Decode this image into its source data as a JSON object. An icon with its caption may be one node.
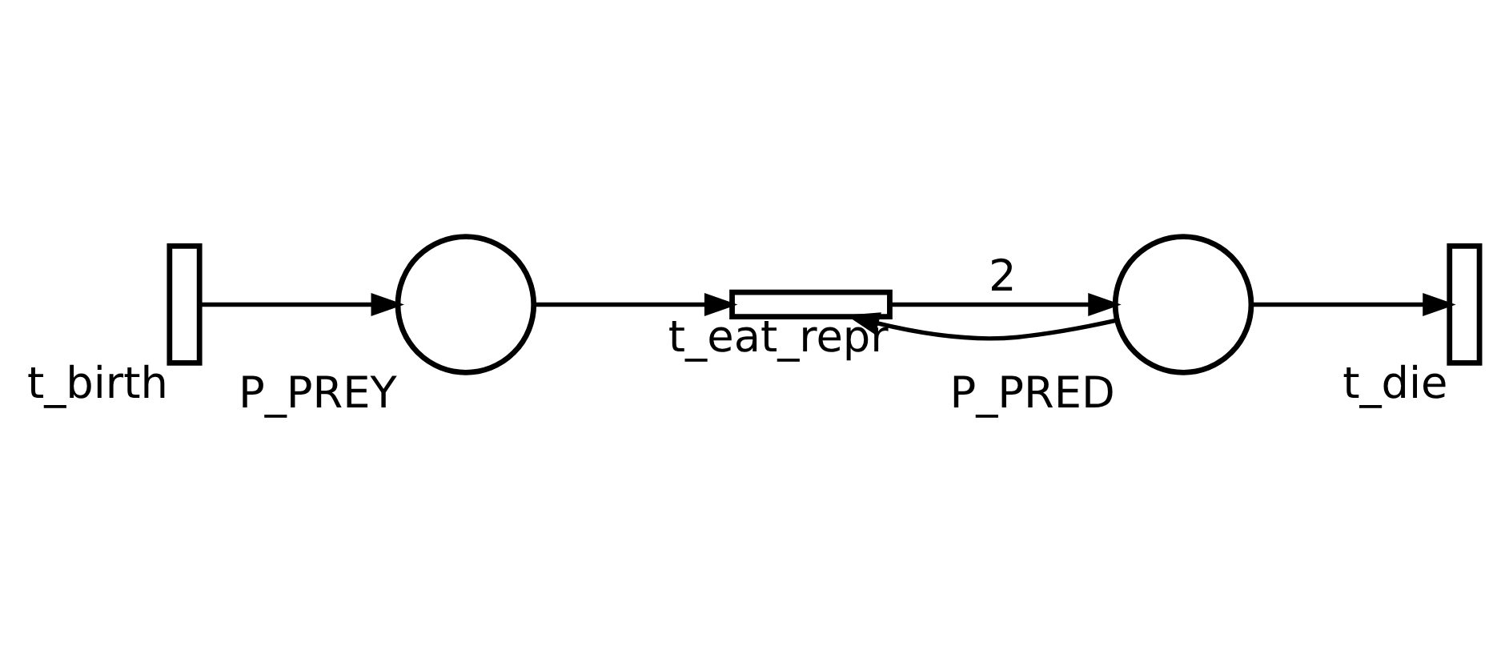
{
  "diagram": {
    "nodes": [
      {
        "text": [
          "t_birth"
        ]
      },
      {
        "text": [
          "P_PREY"
        ]
      },
      {
        "text": [
          "P_PRED"
        ]
      },
      {
        "text": [
          "t_die"
        ]
      },
      {
        "text": [
          "t_eat_repr"
        ]
      }
    ],
    "edges": [
      {
        "from": 0,
        "to": 1,
        "arrow": "to"
      },
      {
        "from": 1,
        "to": 4,
        "arrow": "to"
      },
      {
        "from": 2,
        "to": 4,
        "arrow": "to"
      },
      {
        "from": 2,
        "to": 3,
        "arrow": "to"
      },
      {
        "from": 4,
        "to": 2,
        "arrow": "to",
        "label": "2"
      }
    ]
  }
}
